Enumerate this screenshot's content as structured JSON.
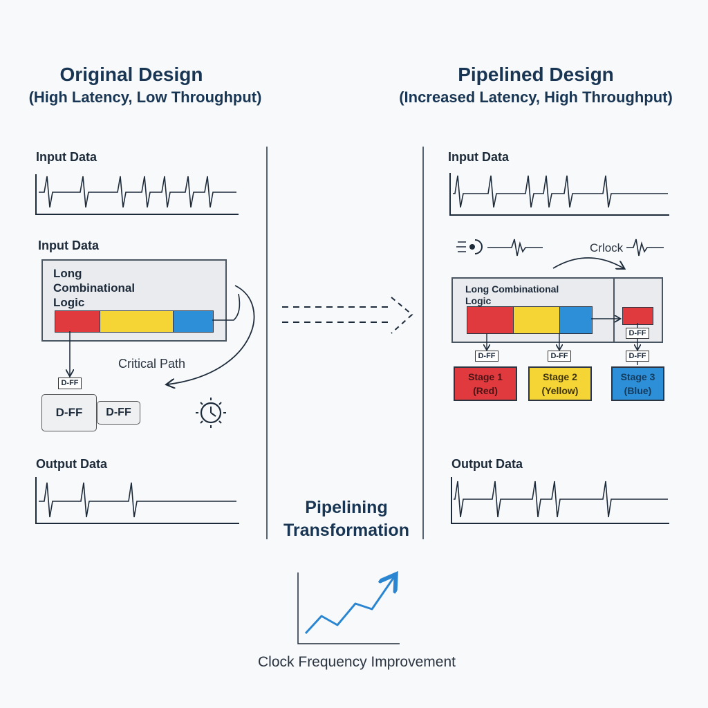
{
  "left": {
    "title": "Original Design",
    "subtitle": "(High Latency, Low Throughput)",
    "input_label": "Input Data",
    "logic_input_label": "Input Data",
    "logic_text": "Long Combinational Logic",
    "critical_path": "Critical Path",
    "dff_small": "D-FF",
    "dff_a": "D-FF",
    "dff_b": "D-FF",
    "output_label": "Output Data"
  },
  "right": {
    "title": "Pipelined Design",
    "subtitle": "(Increased Latency, High Throughput)",
    "input_label": "Input Data",
    "clock_label": "Crlock",
    "logic_text": "Long Combinational Logic",
    "dff_labels": [
      "D-FF",
      "D-FF",
      "D-FF",
      "D-FF"
    ],
    "stages": [
      {
        "name": "Stage 1",
        "color_name": "(Red)",
        "color": "#e03a3e"
      },
      {
        "name": "Stage 2",
        "color_name": "(Yellow)",
        "color": "#f5d435"
      },
      {
        "name": "Stage 3",
        "color_name": "(Blue)",
        "color": "#2d8fd8"
      }
    ],
    "output_label": "Output Data"
  },
  "center": {
    "line1": "Pipelining",
    "line2": "Transformation"
  },
  "bottom": {
    "caption": "Clock Frequency Improvement"
  },
  "colors": {
    "red": "#e03a3e",
    "yellow": "#f5d435",
    "blue": "#2d8fd8",
    "navy": "#183553",
    "trend": "#2b86d2"
  },
  "icons": [
    "clock-icon",
    "clock-pulse-icon",
    "trend-arrow-icon"
  ]
}
